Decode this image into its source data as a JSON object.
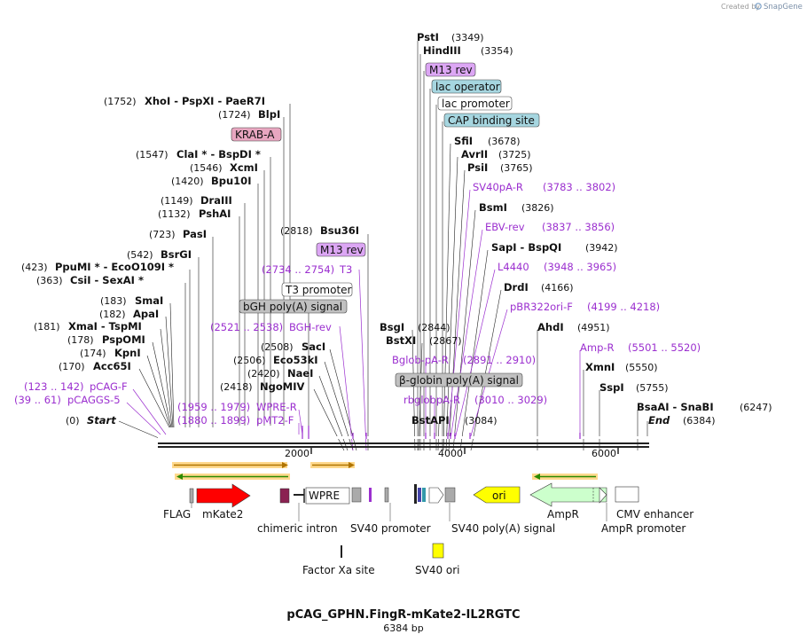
{
  "credit": "Created by",
  "brand": "SnapGene",
  "title": "pCAG_GPHN.FingR-mKate2-IL2RGTC",
  "length_label": "6384 bp",
  "axis_ticks": [
    "2000",
    "4000",
    "6000"
  ],
  "colors": {
    "primer": "#9b2fcf",
    "site": "#111111",
    "krab": "#e8a6c0",
    "m13": "#dca6f4",
    "lac": "#a6d6e0",
    "polya": "#c0c0c0",
    "ori": "#ffff00",
    "ampr": "#ccffcc",
    "mkate2": "#ff0000",
    "orf": "#ffd070",
    "orf2": "#2a8a00"
  },
  "left_sites": [
    {
      "pos": "(1752)",
      "names": "XhoI  - PspXI  - PaeR7I"
    },
    {
      "pos": "(1724)",
      "names": "BlpI"
    },
    {
      "pos": "(1547)",
      "names": "ClaI *  - BspDI *"
    },
    {
      "pos": "(1546)",
      "names": "XcmI"
    },
    {
      "pos": "(1420)",
      "names": "Bpu10I"
    },
    {
      "pos": "(1149)",
      "names": "DraIII"
    },
    {
      "pos": "(1132)",
      "names": "PshAI"
    },
    {
      "pos": "(723)",
      "names": "PasI"
    },
    {
      "pos": "(542)",
      "names": "BsrGI"
    },
    {
      "pos": "(423)",
      "names": "PpuMI *  - EcoO109I *"
    },
    {
      "pos": "(363)",
      "names": "CsiI  - SexAI *"
    },
    {
      "pos": "(183)",
      "names": "SmaI"
    },
    {
      "pos": "(182)",
      "names": "ApaI"
    },
    {
      "pos": "(181)",
      "names": "XmaI  - TspMI"
    },
    {
      "pos": "(178)",
      "names": "PspOMI"
    },
    {
      "pos": "(174)",
      "names": "KpnI"
    },
    {
      "pos": "(170)",
      "names": "Acc65I"
    }
  ],
  "left_primers": [
    {
      "label": "(123 .. 142)",
      "name": "pCAG-F"
    },
    {
      "label": "(39 .. 61)",
      "name": "pCAGGS-5"
    }
  ],
  "start": {
    "pos": "(0)",
    "name": "Start"
  },
  "mid_sites": [
    {
      "pos": "(2818)",
      "names": "Bsu36I"
    },
    {
      "pos": "(2508)",
      "names": "SacI"
    },
    {
      "pos": "(2506)",
      "names": "Eco53kI"
    },
    {
      "pos": "(2420)",
      "names": "NaeI"
    },
    {
      "pos": "(2418)",
      "names": "NgoMIV"
    }
  ],
  "mid_primers": [
    {
      "label": "(2734 .. 2754)",
      "name": "T3"
    },
    {
      "label": "(2521 .. 2538)",
      "name": "BGH-rev"
    },
    {
      "label": "(1959 .. 1979)",
      "name": "WPRE-R"
    },
    {
      "label": "(1880 .. 1899)",
      "name": "pMT2-F"
    }
  ],
  "mid_features": [
    "KRAB-A",
    "M13 rev",
    "T3 promoter",
    "bGH poly(A) signal"
  ],
  "right_sites": [
    {
      "pos": "(3349)",
      "names": "PstI"
    },
    {
      "pos": "(3354)",
      "names": "HindIII"
    },
    {
      "pos": "(3678)",
      "names": "SfiI"
    },
    {
      "pos": "(3725)",
      "names": "AvrII"
    },
    {
      "pos": "(3765)",
      "names": "PsiI"
    },
    {
      "pos": "(3826)",
      "names": "BsmI"
    },
    {
      "pos": "(3942)",
      "names": "SapI  - BspQI"
    },
    {
      "pos": "(4166)",
      "names": "DrdI"
    },
    {
      "pos": "(4951)",
      "names": "AhdI"
    },
    {
      "pos": "(5550)",
      "names": "XmnI"
    },
    {
      "pos": "(5755)",
      "names": "SspI"
    },
    {
      "pos": "(6247)",
      "names": "BsaAI  - SnaBI"
    },
    {
      "pos": "(2844)",
      "names": "BsgI"
    },
    {
      "pos": "(2867)",
      "names": "BstXI"
    },
    {
      "pos": "(3084)",
      "names": "BstAPI"
    }
  ],
  "right_features": [
    "M13 rev",
    "lac operator",
    "lac promoter",
    "CAP binding site",
    "β-globin poly(A) signal"
  ],
  "right_primers": [
    {
      "name": "SV40pA-R",
      "label": "(3783 .. 3802)"
    },
    {
      "name": "EBV-rev",
      "label": "(3837 .. 3856)"
    },
    {
      "name": "L4440",
      "label": "(3948 .. 3965)"
    },
    {
      "name": "pBR322ori-F",
      "label": "(4199 .. 4218)"
    },
    {
      "name": "Amp-R",
      "label": "(5501 .. 5520)"
    },
    {
      "name": "Bglob-pA-R",
      "label": "(2891 .. 2910)"
    },
    {
      "name": "rbglobpA-R",
      "label": "(3010 .. 3029)"
    }
  ],
  "end": {
    "name": "End",
    "pos": "(6384)"
  },
  "feature_labels": {
    "flag": "FLAG",
    "mkate2": "mKate2",
    "wpre": "WPRE",
    "chimeric": "chimeric intron",
    "sv40p": "SV40 promoter",
    "sv40pa": "SV40 poly(A) signal",
    "ori": "ori",
    "ampr": "AmpR",
    "amprp": "AmpR promoter",
    "cmv": "CMV enhancer",
    "fxa": "Factor Xa site",
    "sv40ori": "SV40 ori"
  }
}
